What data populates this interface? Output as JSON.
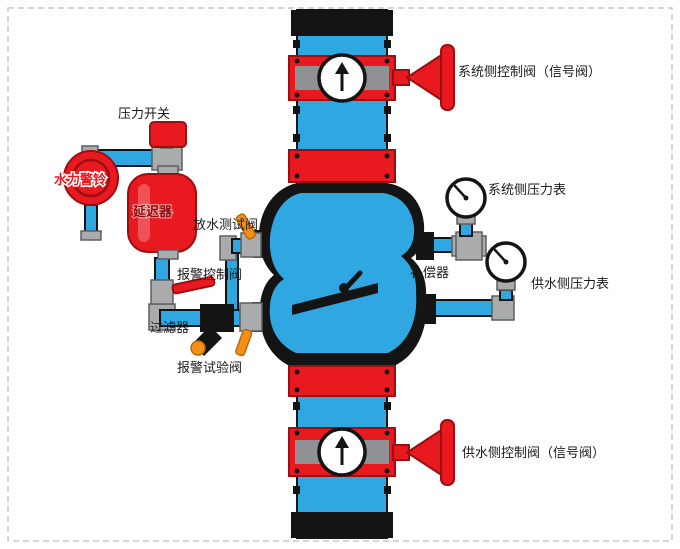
{
  "diagram": {
    "kind": "wet-alarm-valve-piping-diagram",
    "labels": {
      "system_control_valve": "系统侧控制阀（信号阀）",
      "system_pressure_gauge": "系统侧压力表",
      "compensator": "补偿器",
      "supply_pressure_gauge": "供水侧压力表",
      "supply_control_valve": "供水侧控制阀（信号阀）",
      "pressure_switch": "压力开关",
      "water_motor_alarm": "水力警铃",
      "retard_chamber": "延迟器",
      "drain_test_valve": "放水测试阀",
      "alarm_control_valve": "报警控制阀",
      "strainer": "过滤器",
      "alarm_test_valve": "报警试验阀"
    },
    "icons": {
      "flow_arrow": "up-arrow-icon",
      "gauge_needle": "pressure-needle-icon"
    }
  },
  "colors": {
    "pipe_blue": "#2fa8e1",
    "red": "#e8191f",
    "red_dark": "#9b0f12",
    "black": "#141414",
    "gray": "#a9abad",
    "gray_dark": "#5c5e60",
    "orange": "#f39019",
    "orange_dark": "#b96a07",
    "white": "#ffffff",
    "label": "#1a1a1a",
    "label_red": "#e8191f",
    "label_dark_red": "#8b0f0f",
    "border_dash": "#c9c9c9"
  }
}
